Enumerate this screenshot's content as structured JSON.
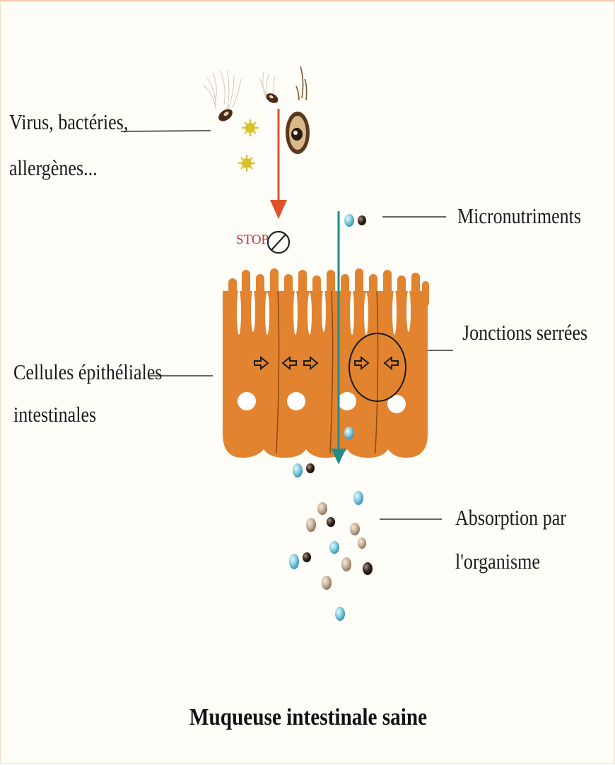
{
  "labels": {
    "virus_line1": "Virus, bactéries,",
    "virus_line2": "allergènes...",
    "micronutriments": "Micronutriments",
    "jonctions": "Jonctions serrées",
    "cellules_line1": "Cellules épithéliales",
    "cellules_line2": "intestinales",
    "absorption_line1": "Absorption par",
    "absorption_line2": "l'organisme",
    "stop": "STOP",
    "title": "Muqueuse intestinale saine"
  },
  "colors": {
    "cell_orange": "#e2832f",
    "cell_dark": "#b9621e",
    "nucleus": "#ffffff",
    "teal_arrow": "#1f8c8c",
    "red_arrow": "#e0512b",
    "stop_text": "#c4303a",
    "micronutrient_blue": "#7cc7dd",
    "micronutrient_dark": "#3a2a22",
    "micronutrient_beige": "#c9b39a",
    "pathogen_yellow": "#d8c22a"
  },
  "icons": {
    "blocked": "no-entry-symbol",
    "tight_junction": "outlined-arrow"
  }
}
